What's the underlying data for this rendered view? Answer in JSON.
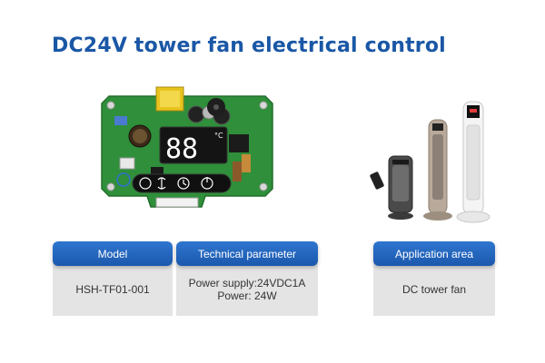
{
  "title": "DC24V tower fan electrical control",
  "pcb": {
    "display_digits": "88",
    "display_unit": "°C"
  },
  "table": {
    "headers": {
      "model": "Model",
      "technical_parameter": "Technical parameter",
      "application_area": "Application area"
    },
    "values": {
      "model": "HSH-TF01-001",
      "technical_parameter_lines": [
        "Power supply:24VDC1A",
        "Power: 24W"
      ],
      "application_area": "DC tower fan"
    }
  },
  "colors": {
    "title": "#1a57a6",
    "header_bg": "#2468c0",
    "cell_bg": "#e4e4e4",
    "pcb_green": "#2f8f3a"
  }
}
